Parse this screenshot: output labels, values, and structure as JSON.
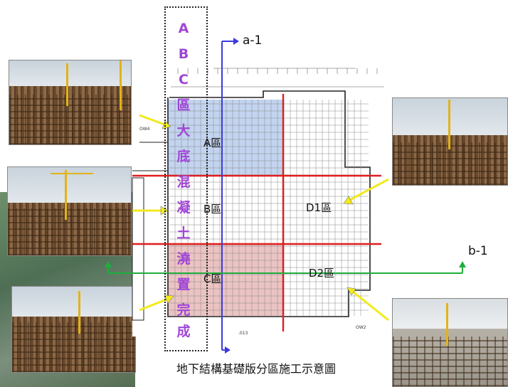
{
  "vertical_caption_chars": [
    "A",
    "B",
    "C",
    "區",
    "大",
    "底",
    "混",
    "凝",
    "土",
    "澆",
    "置",
    "完",
    "成"
  ],
  "zone_labels": {
    "a": "A區",
    "b": "B區",
    "c": "C區",
    "d1": "D1區",
    "d2": "D2區"
  },
  "section_labels": {
    "vertical": "a-1",
    "horizontal": "b-1"
  },
  "caption": "地下結構基礎版分區施工示意圖",
  "colors": {
    "vertical_text": "#a046d6",
    "zone_a_fill": "#b7cdec",
    "zone_c_fill": "#e7b9b9",
    "partition_lines": "#e01e1e",
    "section_vertical": "#3a3adf",
    "section_horizontal": "#1fae3c",
    "callout_arrows": "#f2ea1a"
  },
  "icons": [
    "crane-photo",
    "aerial-photo",
    "floor-plan-grid"
  ]
}
